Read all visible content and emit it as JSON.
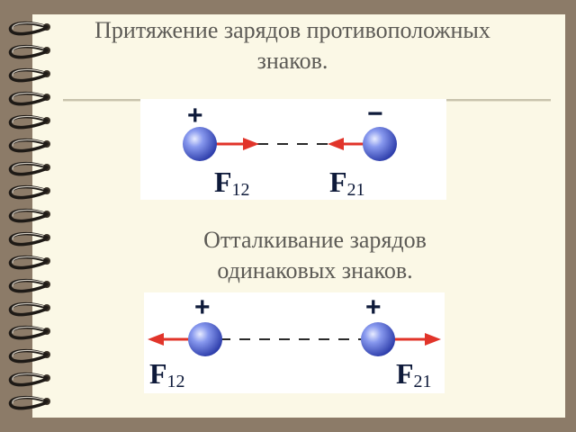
{
  "title": "Притяжение зарядов противоположных знаков.",
  "subtitle": "Отталкивание зарядов одинаковых знаков.",
  "attraction": {
    "left_sign": "+",
    "right_sign": "−",
    "left_force": {
      "symbol": "F",
      "subscript": "12"
    },
    "right_force": {
      "symbol": "F",
      "subscript": "21"
    }
  },
  "repulsion": {
    "left_sign": "+",
    "right_sign": "+",
    "left_force": {
      "symbol": "F",
      "subscript": "12"
    },
    "right_force": {
      "symbol": "F",
      "subscript": "21"
    }
  },
  "colors": {
    "background": "#8c7b68",
    "paper": "#fbf8e6",
    "sphere": "#5a6fd8",
    "arrow": "#e1342a",
    "text": "#5c5a55"
  }
}
